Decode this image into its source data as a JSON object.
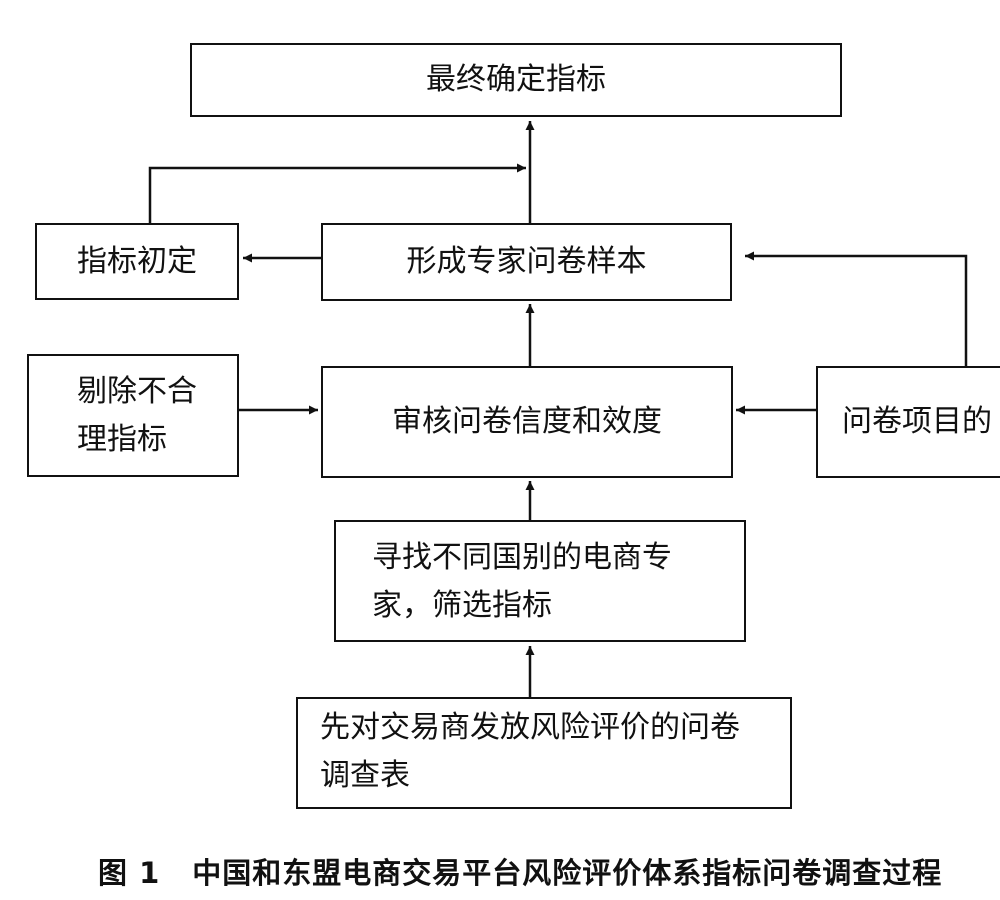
{
  "diagram": {
    "nodes": {
      "final": "最终确定指标",
      "initial": "指标初定",
      "sample": "形成专家问卷样本",
      "remove": [
        "剔除不合",
        "理指标"
      ],
      "review": "审核问卷信度和效度",
      "items": "问卷项目的",
      "find": [
        "寻找不同国别的电商专",
        "家，筛选指标"
      ],
      "survey": [
        "先对交易商发放风险评价的问卷",
        "调查表"
      ]
    },
    "edges": [
      {
        "from": "survey",
        "to": "find"
      },
      {
        "from": "find",
        "to": "review"
      },
      {
        "from": "review",
        "to": "sample"
      },
      {
        "from": "sample",
        "to": "final"
      },
      {
        "from": "sample",
        "to": "initial"
      },
      {
        "from": "initial",
        "to": "final"
      },
      {
        "from": "remove",
        "to": "review"
      },
      {
        "from": "items",
        "to": "review"
      },
      {
        "from": "items",
        "to": "sample"
      }
    ]
  },
  "caption": {
    "figure": "图 1",
    "title": "中国和东盟电商交易平台风险评价体系指标问卷调查过程"
  }
}
